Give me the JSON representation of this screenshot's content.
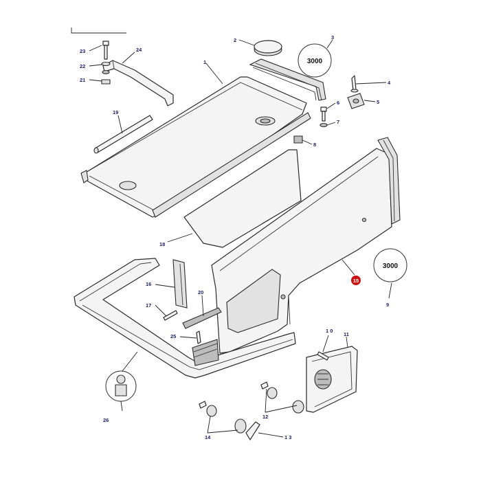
{
  "labels": {
    "l1": "1",
    "l2": "2",
    "l3": "3",
    "l4": "4",
    "l5": "5",
    "l6": "6",
    "l7": "7",
    "l8": "8",
    "l9": "9",
    "l10": "1 0",
    "l11": "11",
    "l12": "12",
    "l13": "1 3",
    "l14": "14",
    "l15": "15",
    "l16": "16",
    "l17": "17",
    "l18": "18",
    "l19": "19",
    "l20": "20",
    "l21": "21",
    "l22": "22",
    "l23": "23",
    "l24": "24",
    "l25": "25",
    "l26": "26"
  },
  "badges": {
    "top": "3000",
    "side": "3000"
  },
  "highlight_color": "#cc1111"
}
